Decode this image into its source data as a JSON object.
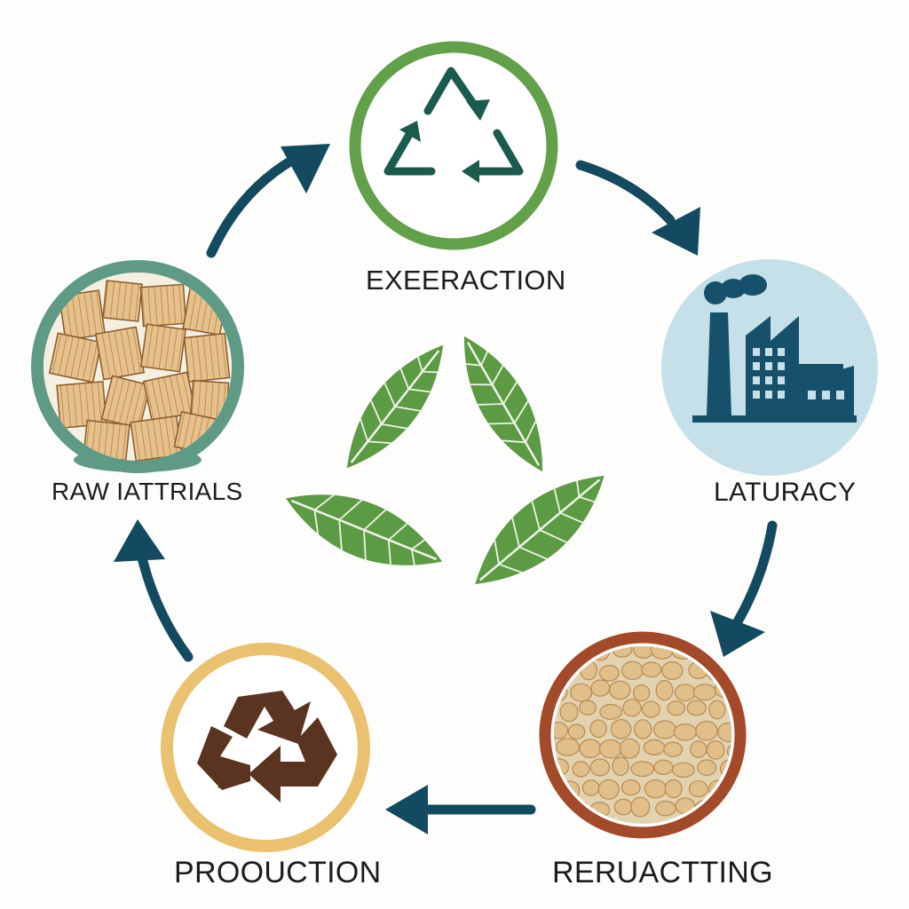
{
  "diagram": {
    "stages": {
      "extraction": {
        "label": "EXEERACTION",
        "icon": "recycle-triangle-icon"
      },
      "factory": {
        "label": "LATURACY",
        "icon": "factory-icon"
      },
      "refurbishing": {
        "label": "RERUACTTING",
        "icon": "pebbles-texture-icon"
      },
      "production": {
        "label": "PROOUCTION",
        "icon": "recycle-arrows-icon"
      },
      "raw_materials": {
        "label": "RAW IATTRIALS",
        "icon": "wood-blocks-icon"
      }
    },
    "center_icon": "leaves-icon",
    "colors": {
      "arrow": "#134a5f",
      "extraction_ring": "#63a04a",
      "extraction_icon": "#1b5b4e",
      "factory_fill": "#c6e0ea",
      "factory_icon": "#17506b",
      "refurb_ring": "#a24a2a",
      "production_ring": "#eac16e",
      "production_icon": "#5a3420",
      "raw_ring": "#5f9a84",
      "leaf": "#5c9a44",
      "wood": "#e3bd83"
    }
  }
}
